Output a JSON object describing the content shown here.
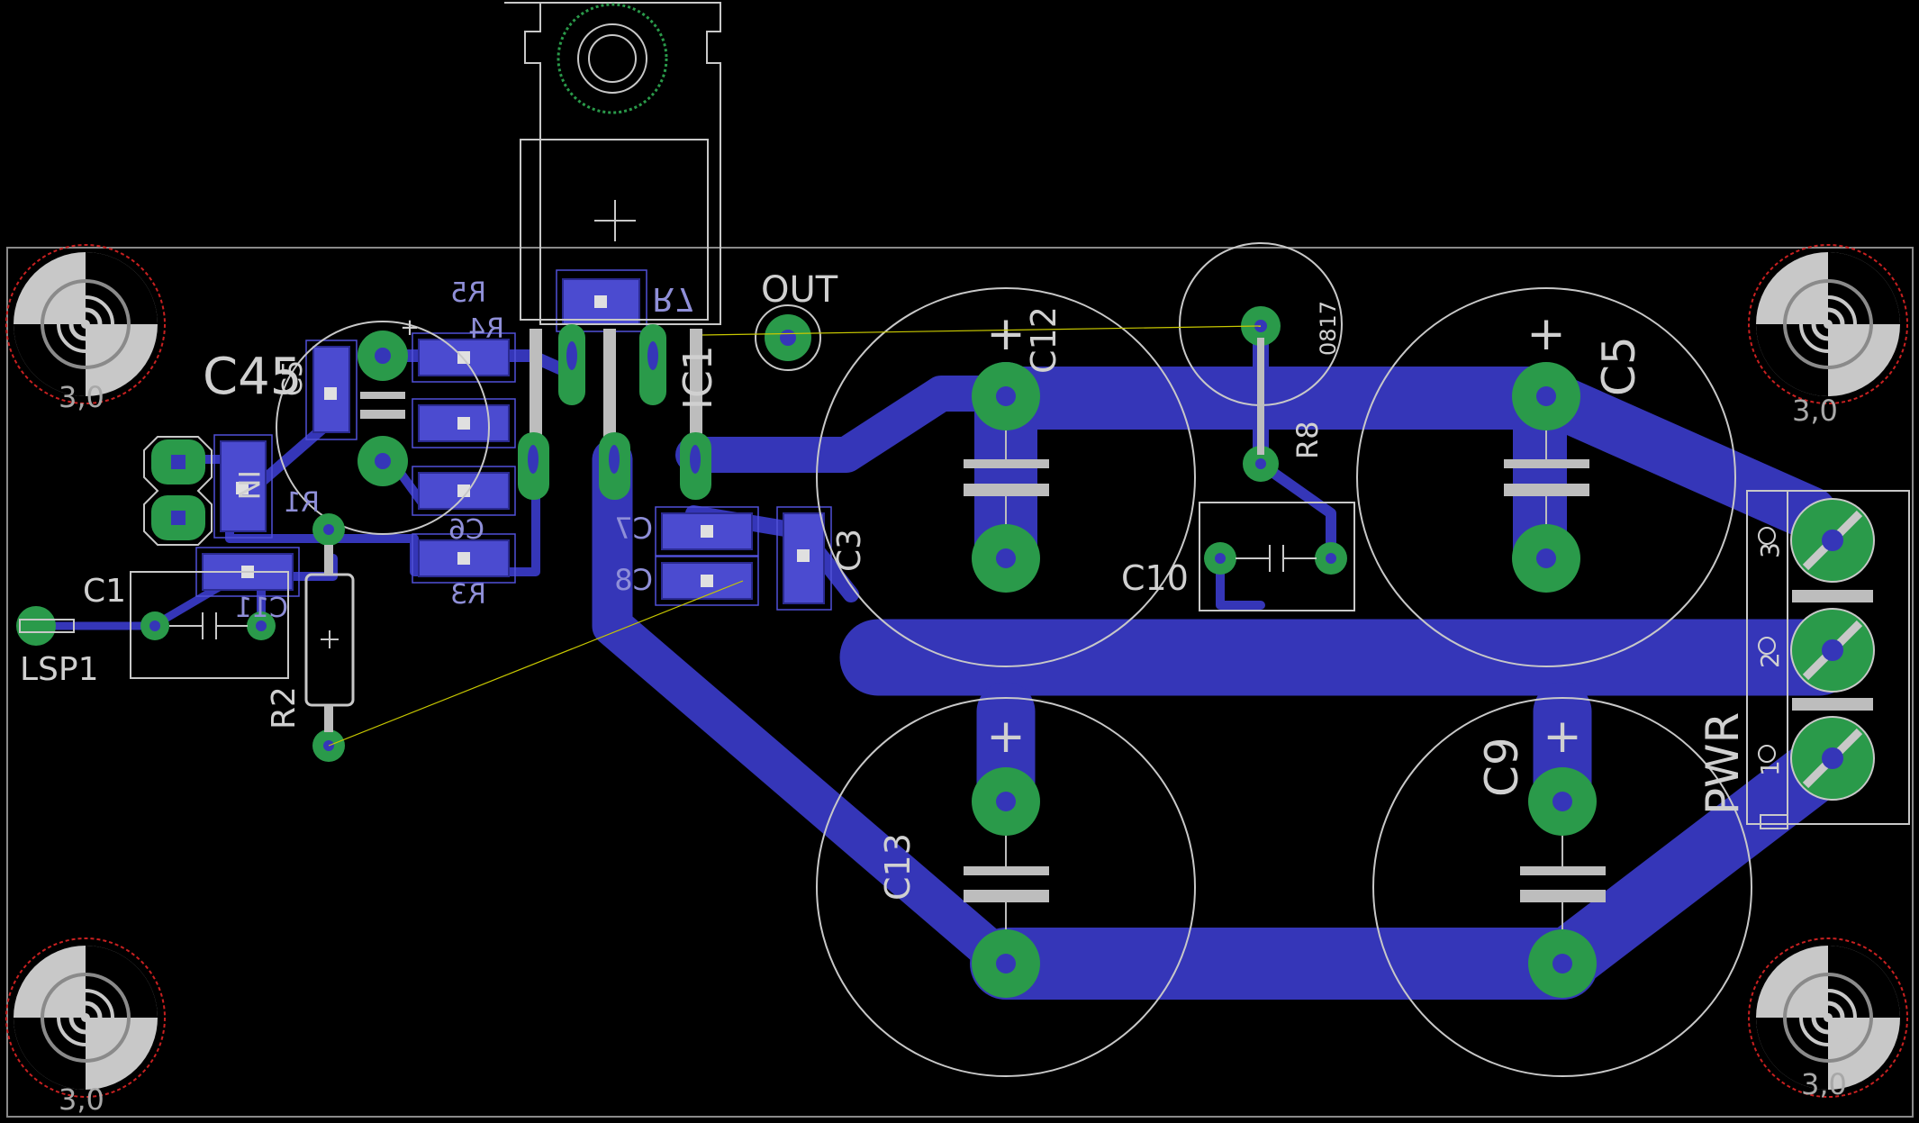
{
  "colors": {
    "background": "#000000",
    "top_copper": "#3536b8",
    "top_copper_dark": "#2a2aa0",
    "pad": "#2a9a4a",
    "pad_hole": "#0a3a1a",
    "silkscreen": "#d0d0d0",
    "outline": "#8a8a8a",
    "smd_pad": "#4b4bd0",
    "airwire": "#c8c800",
    "keepout": "#c82020",
    "drill_ring": "#b8b8b8"
  },
  "labels": {
    "out": "OUT",
    "c12": "C12",
    "c5": "C5",
    "c45": "C45",
    "c5_small": "C5",
    "r5": "R5",
    "r4": "R4",
    "r7": "R7",
    "ic1": "IC1",
    "r8": "R8",
    "v0817": "0817",
    "in": "IN",
    "r1": "R1",
    "c6": "C6",
    "r3": "R3",
    "c7": "C7",
    "c8": "C8",
    "c3": "C3",
    "c10": "C10",
    "c1": "C1",
    "c11": "C11",
    "lsp1": "LSP1",
    "r2": "R2",
    "c13": "C13",
    "c9": "C9",
    "pwr": "PWR",
    "pin3": "3",
    "pin2": "2",
    "pin1": "1",
    "hole_tl": "3,0",
    "hole_tr": "3,0",
    "hole_bl": "3,0",
    "hole_br": "3,0",
    "plus": "+"
  },
  "icons": {
    "mounting_hole": "mounting-hole-icon",
    "via": "via-pad-icon",
    "smd": "smd-pad-icon"
  }
}
